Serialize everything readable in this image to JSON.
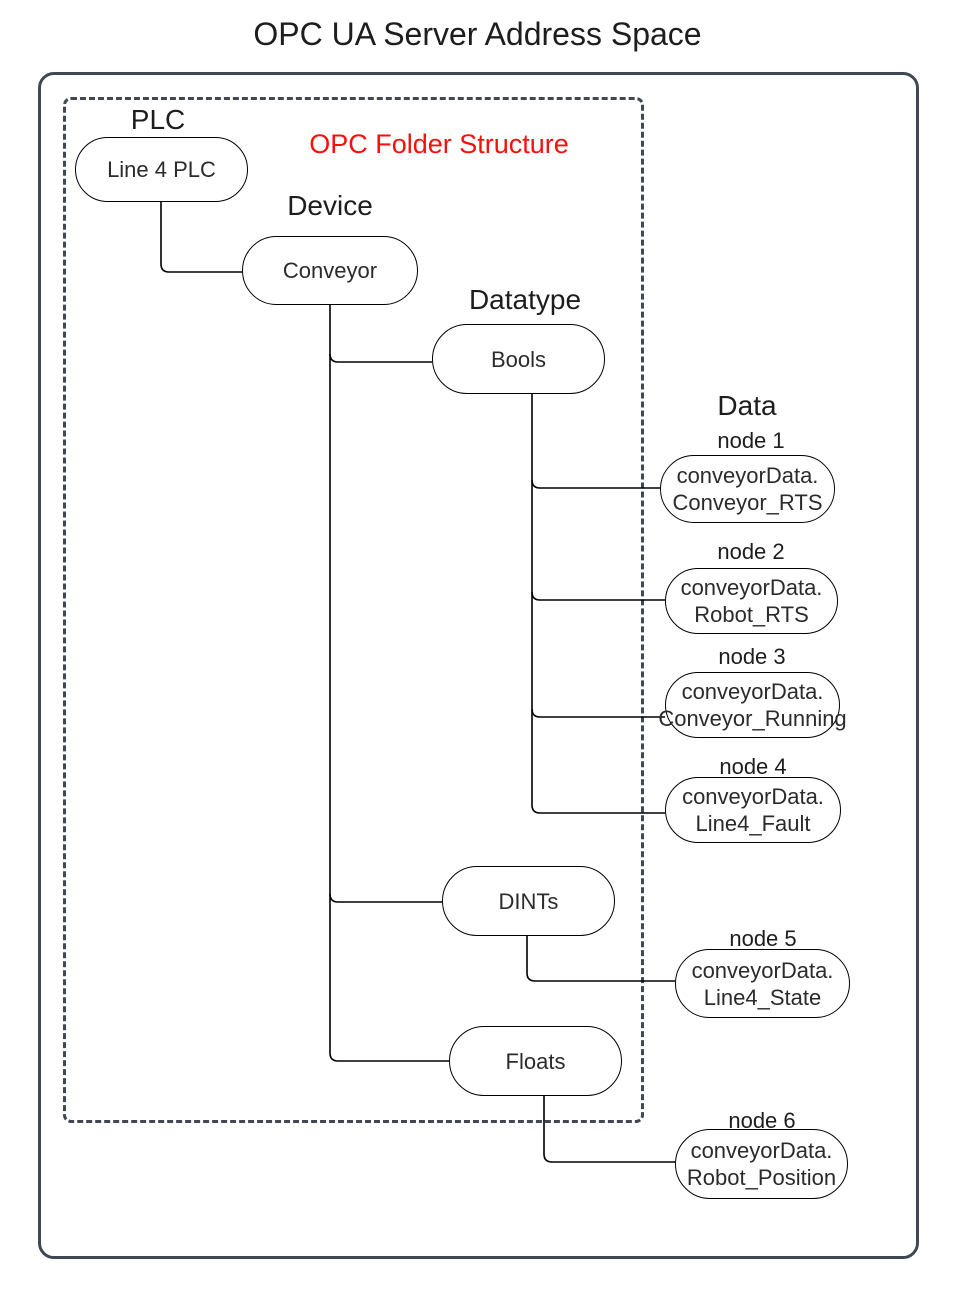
{
  "diagram": {
    "title": "OPC UA Server Address Space",
    "annotation": {
      "label": "OPC Folder Structure",
      "color": "#fa0f0c"
    },
    "colors": {
      "frame_border": "#414854",
      "node_border": "#000000",
      "text": "#1d1d1d"
    },
    "levels": {
      "plc": "PLC",
      "device": "Device",
      "datatype": "Datatype",
      "data": "Data"
    },
    "plc_node": "Line 4 PLC",
    "device_node": "Conveyor",
    "datatype_nodes": [
      "Bools",
      "DINTs",
      "Floats"
    ],
    "data_nodes": [
      {
        "label": "node 1",
        "line1": "conveyorData.",
        "line2": "Conveyor_RTS"
      },
      {
        "label": "node 2",
        "line1": "conveyorData.",
        "line2": "Robot_RTS"
      },
      {
        "label": "node 3",
        "line1": "conveyorData.",
        "line2": "Conveyor_Running"
      },
      {
        "label": "node 4",
        "line1": "conveyorData.",
        "line2": "Line4_Fault"
      },
      {
        "label": "node 5",
        "line1": "conveyorData.",
        "line2": "Line4_State"
      },
      {
        "label": "node 6",
        "line1": "conveyorData.",
        "line2": "Robot_Position"
      }
    ]
  }
}
